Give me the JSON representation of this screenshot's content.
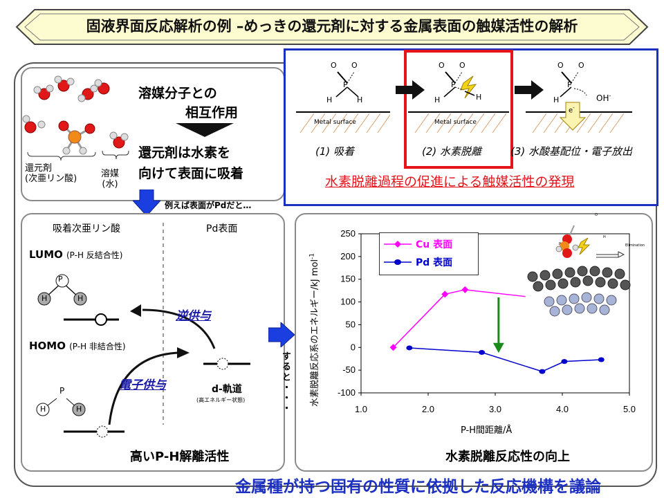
{
  "title": "固液界面反応解析の例 –めっきの還元剤に対する金属表面の触媒活性の解析",
  "solvent_panel": {
    "line1": "溶媒分子との",
    "line2": "相互作用",
    "line3": "還元剤は水素を",
    "line4": "向けて表面に吸着",
    "label_reductant": "還元剤\n(次亜リン酸)",
    "label_reductant_1": "還元剤",
    "label_reductant_2": "(次亜リン酸)",
    "label_solvent_1": "溶媒",
    "label_solvent_2": "(水)"
  },
  "example_note": "例えば表面がPdだと…",
  "mechanism": {
    "steps": [
      "(1) 吸着",
      "(2) 水素脱離",
      "(3) 水酸基配位・電子放出"
    ],
    "surface_label": "Metal surface",
    "atom_O": "O",
    "atom_P": "P",
    "atom_H": "H",
    "oh_label": "OH",
    "oh_sup": "-",
    "electron_label": "e",
    "electron_sup": "-",
    "caption": "水素脱離過程の促進による触媒活性の発現"
  },
  "orbital_panel": {
    "col1": "吸着次亜リン酸",
    "col2": "Pd表面",
    "lumo": "LUMO",
    "lumo_desc": "(P-H 反結合性)",
    "homo": "HOMO",
    "homo_desc": "(P-H 非結合性)",
    "back_donation": "逆供与",
    "donation": "電子供与",
    "d_orbital": "d-軌道",
    "d_orbital_desc": "(高エネルギー状態)",
    "atom_P": "P",
    "atom_H": "H",
    "footer": "高いP-H解離活性"
  },
  "then_label": "すると・・・",
  "inset_labels": {
    "elimination": "Elimination",
    "o": "O",
    "p": "P",
    "h": "H"
  },
  "chart_data": {
    "type": "line",
    "title": "",
    "xlabel": "P-H間距離/Å",
    "ylabel": "水素脱離反応系のエネルギー/kJ mol",
    "ylabel_sup": "-1",
    "xlim": [
      1.0,
      5.0
    ],
    "ylim": [
      -100,
      250
    ],
    "x_ticks": [
      "1.0",
      "2.0",
      "3.0",
      "4.0",
      "5.0"
    ],
    "y_ticks": [
      "-100",
      "-50",
      "0",
      "50",
      "100",
      "150",
      "200",
      "250"
    ],
    "legend": "top-left",
    "series": [
      {
        "name": "Cu 表面",
        "color": "#ff00ff",
        "marker": "diamond",
        "x": [
          1.48,
          2.25,
          2.55
        ],
        "y": [
          0,
          117,
          127
        ]
      },
      {
        "name": "Pd 表面",
        "color": "#0000cc",
        "marker": "circle",
        "x": [
          1.72,
          2.8,
          3.7,
          4.03,
          4.58
        ],
        "y": [
          -1,
          -11,
          -53,
          -31,
          -27
        ]
      }
    ],
    "arrow_color": "#1a8a1a",
    "footer": "水素脱離反応性の向上"
  },
  "bottom_banner": "金属種が持つ固有の性質に依拠した反応機構を議論",
  "colors": {
    "accent_blue": "#1b2fc0",
    "red": "#e5141b",
    "banner_fill": "#fdfbd0",
    "green": "#1a8a1a"
  }
}
